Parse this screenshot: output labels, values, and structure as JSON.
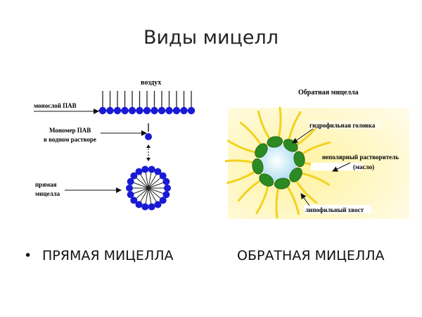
{
  "slide": {
    "title": "Виды мицелл",
    "bullet": "ПРЯМАЯ  МИЦЕЛЛА",
    "bullet_second": "ОБРАТНАЯ МИЦЕЛЛА"
  },
  "left_diagram": {
    "air_label": "воздух",
    "monolayer_label": "монослой ПАВ",
    "monomer_label_1": "Мономер ПАВ",
    "monomer_label_2": "в водном растворе",
    "direct_micelle_label_1": "прямая",
    "direct_micelle_label_2": "мицелла",
    "head_color": "#1a1ad6"
  },
  "right_diagram": {
    "title": "Обратная  мицелла",
    "hydrophilic_head_label": "гидрофильная головка",
    "nonpolar_solvent_label_1": "неполярный растворитель",
    "nonpolar_solvent_label_2": "(масло)",
    "lipophilic_tail_label": "липофильный хвост",
    "core_color": "#bfe7f5",
    "head_color": "#2c8a22",
    "tail_color": "#f2d21f",
    "background_color": "#fff8c8"
  }
}
